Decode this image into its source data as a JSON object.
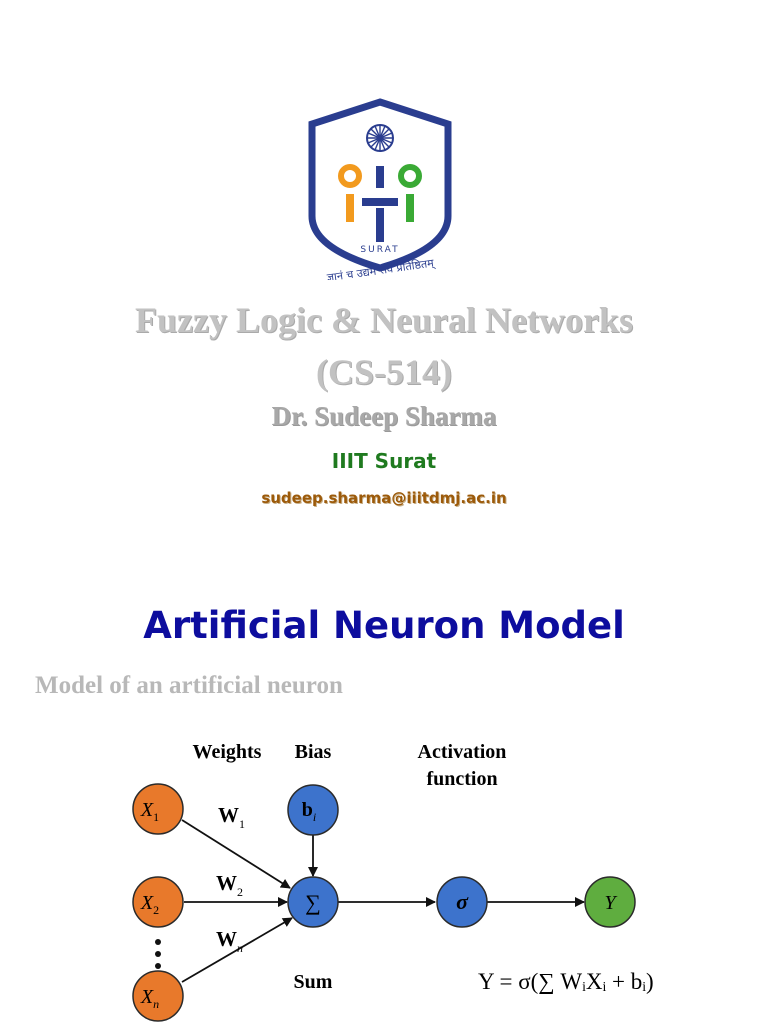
{
  "header": {
    "logo": {
      "name": "IIIT Surat logo",
      "text": "SURAT",
      "motto": "ज्ञानं च उद्यमे सर्वं प्रतिष्ठितम्"
    },
    "course_title": "Fuzzy Logic & Neural Networks",
    "course_code": "(CS-514)",
    "instructor": "Dr. Sudeep Sharma",
    "institute": "IIIT Surat",
    "email": "sudeep.sharma@iiitdmj.ac.in"
  },
  "slide": {
    "title": "Artificial Neuron Model",
    "subtitle": "Model of an artificial neuron"
  },
  "diagram": {
    "labels": {
      "weights": "Weights",
      "bias": "Bias",
      "activation_line1": "Activation",
      "activation_line2": "function",
      "sum": "Sum"
    },
    "inputs": [
      {
        "var": "X",
        "sub": "1"
      },
      {
        "var": "X",
        "sub": "2"
      },
      {
        "var": "X",
        "sub": "n"
      }
    ],
    "weights": [
      {
        "var": "W",
        "sub": "1"
      },
      {
        "var": "W",
        "sub": "2"
      },
      {
        "var": "W",
        "sub": "n"
      }
    ],
    "bias_node": {
      "var": "b",
      "sub": "i"
    },
    "sum_node": "∑",
    "activation_node": "σ",
    "output_node": "Y",
    "formula": "Y = σ(∑ WᵢXᵢ + bᵢ)",
    "colors": {
      "input": "#e8792b",
      "neuron": "#3d73cc",
      "output": "#5fad3f",
      "stroke": "#2b2b2b"
    }
  }
}
